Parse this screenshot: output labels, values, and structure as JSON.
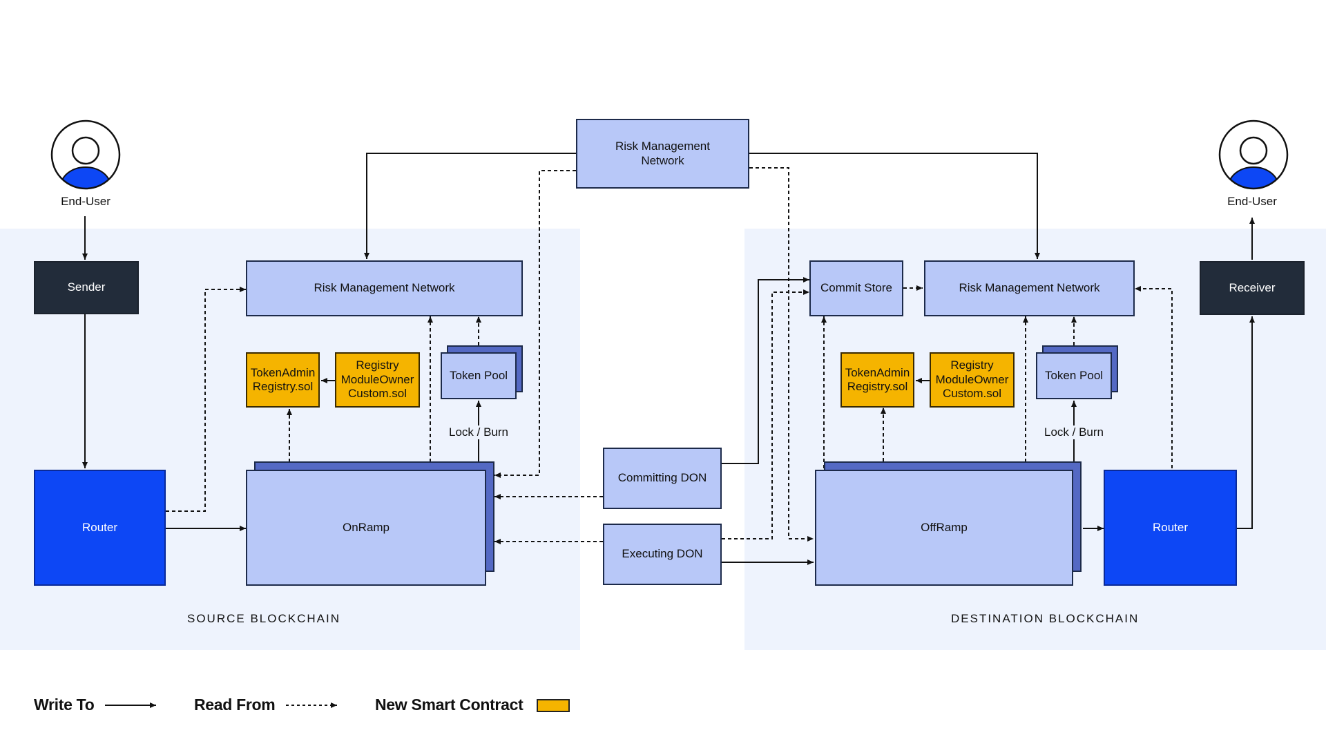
{
  "top": {
    "risk_management_network": "Risk Management\nNetwork"
  },
  "source": {
    "end_user": "End-User",
    "sender": "Sender",
    "router": "Router",
    "onramp": "OnRamp",
    "risk_management_network": "Risk Management Network",
    "token_admin_registry": "TokenAdmin\nRegistry.sol",
    "registry_module_owner": "Registry\nModuleOwner\nCustom.sol",
    "token_pool": "Token Pool",
    "lock_burn": "Lock / Burn",
    "label": "SOURCE BLOCKCHAIN"
  },
  "middle": {
    "committing_don": "Committing DON",
    "executing_don": "Executing DON"
  },
  "destination": {
    "end_user": "End-User",
    "receiver": "Receiver",
    "router": "Router",
    "offramp": "OffRamp",
    "commit_store": "Commit Store",
    "risk_management_network": "Risk Management Network",
    "token_admin_registry": "TokenAdmin\nRegistry.sol",
    "registry_module_owner": "Registry\nModuleOwner\nCustom.sol",
    "token_pool": "Token Pool",
    "lock_burn": "Lock / Burn",
    "label": "DESTINATION BLOCKCHAIN"
  },
  "legend": {
    "write_to": "Write To",
    "read_from": "Read From",
    "new_smart_contract": "New Smart Contract"
  },
  "colors": {
    "panel_bg": "#eef3fd",
    "component": "#b8c8f8",
    "router": "#0d47f5",
    "sender_receiver": "#222c3a",
    "new_contract": "#f5b400",
    "line": "#111111"
  }
}
